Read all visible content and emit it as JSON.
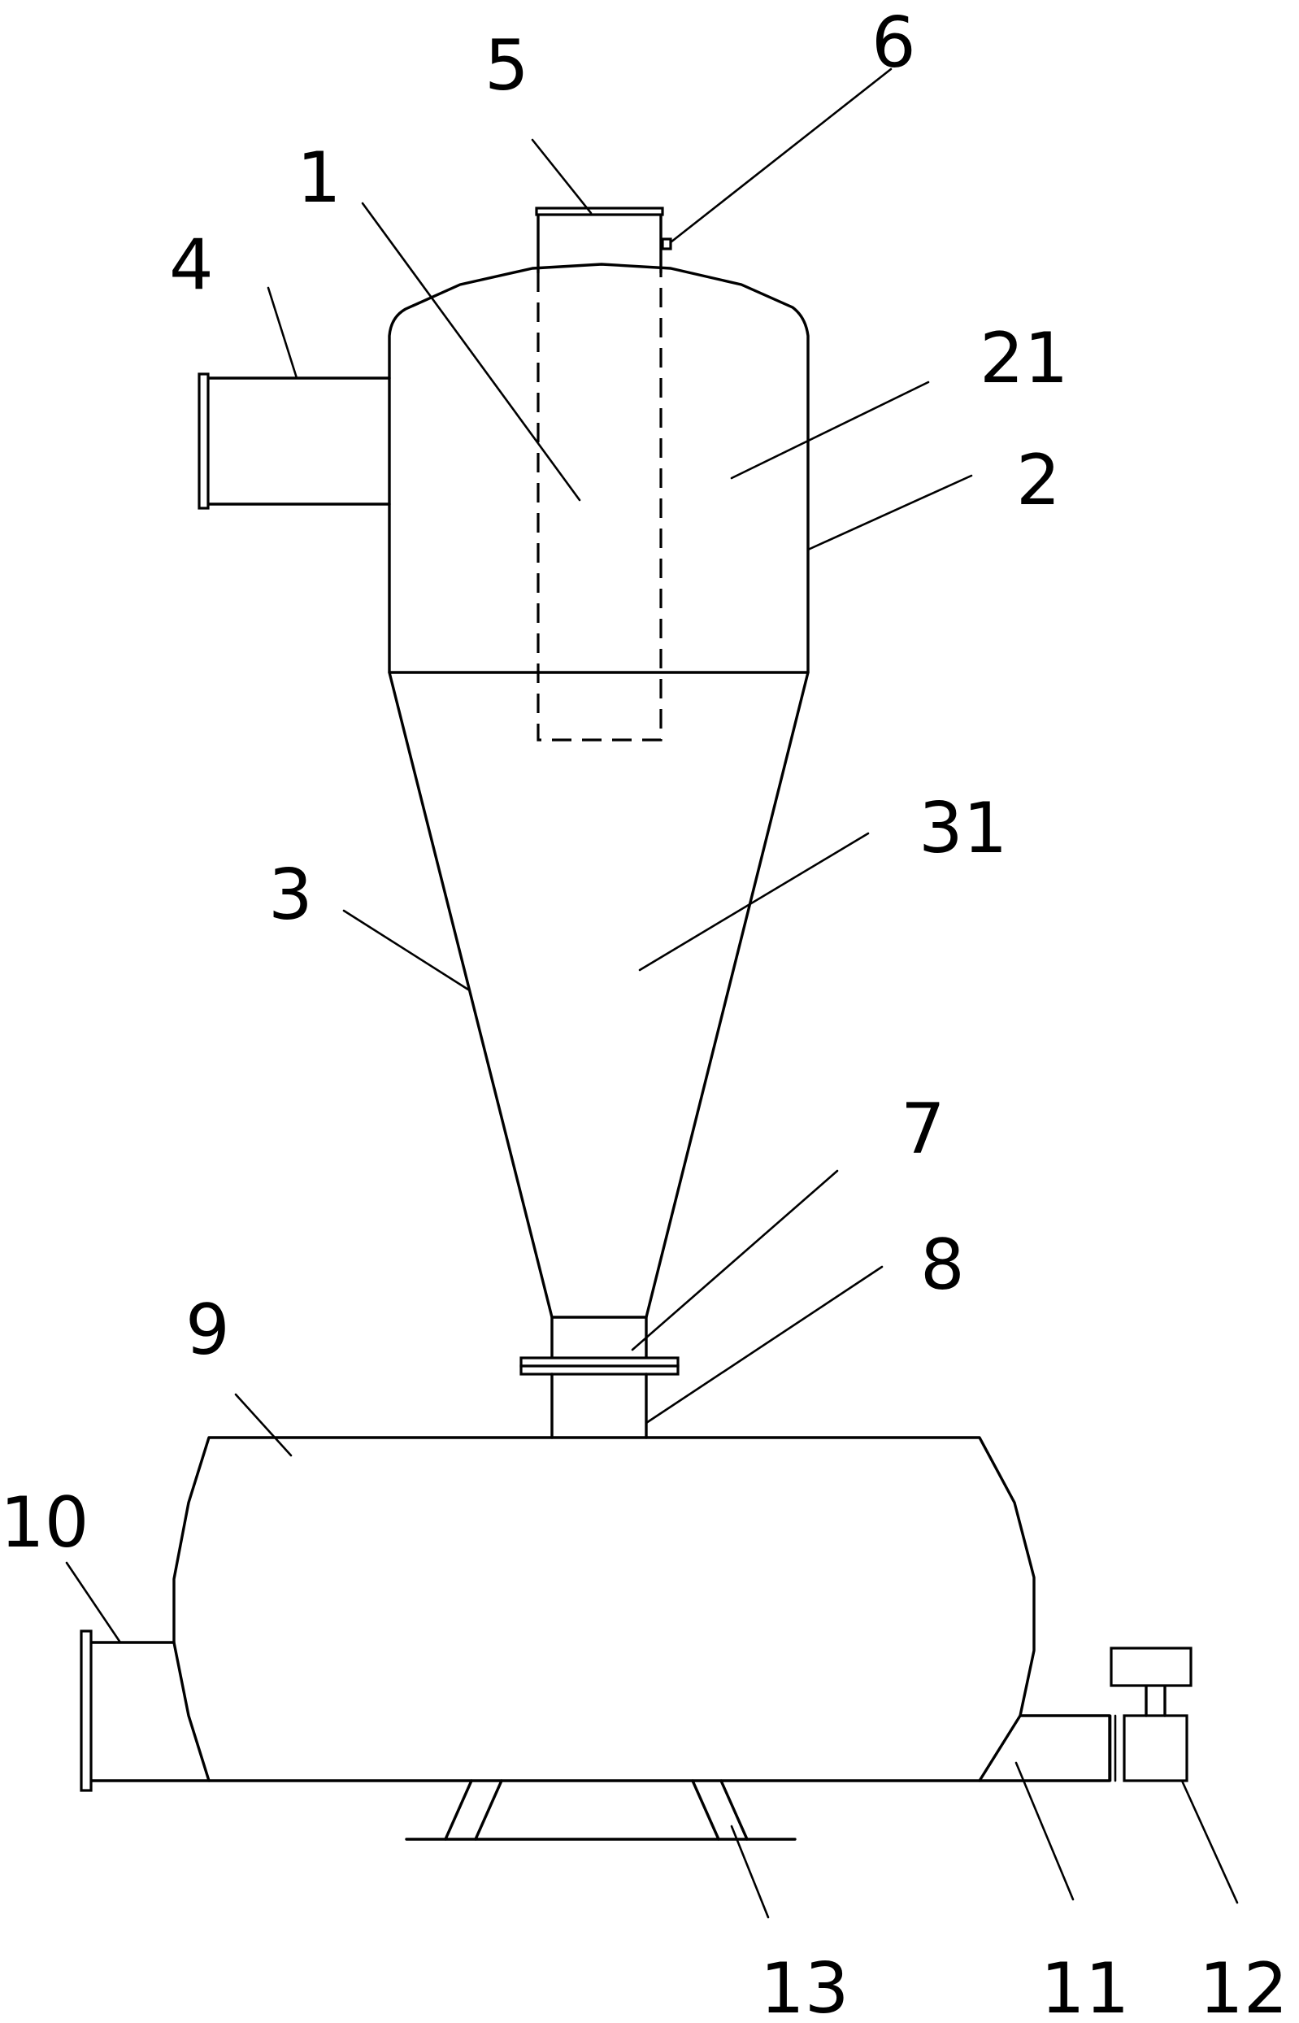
{
  "labels": {
    "l1": "1",
    "l2": "2",
    "l3": "3",
    "l4": "4",
    "l5": "5",
    "l6": "6",
    "l7": "7",
    "l8": "8",
    "l9": "9",
    "l10": "10",
    "l11": "11",
    "l12": "12",
    "l13": "13",
    "l21": "21",
    "l31": "31"
  },
  "colors": {
    "ink": "#000000",
    "paper": "#ffffff"
  }
}
